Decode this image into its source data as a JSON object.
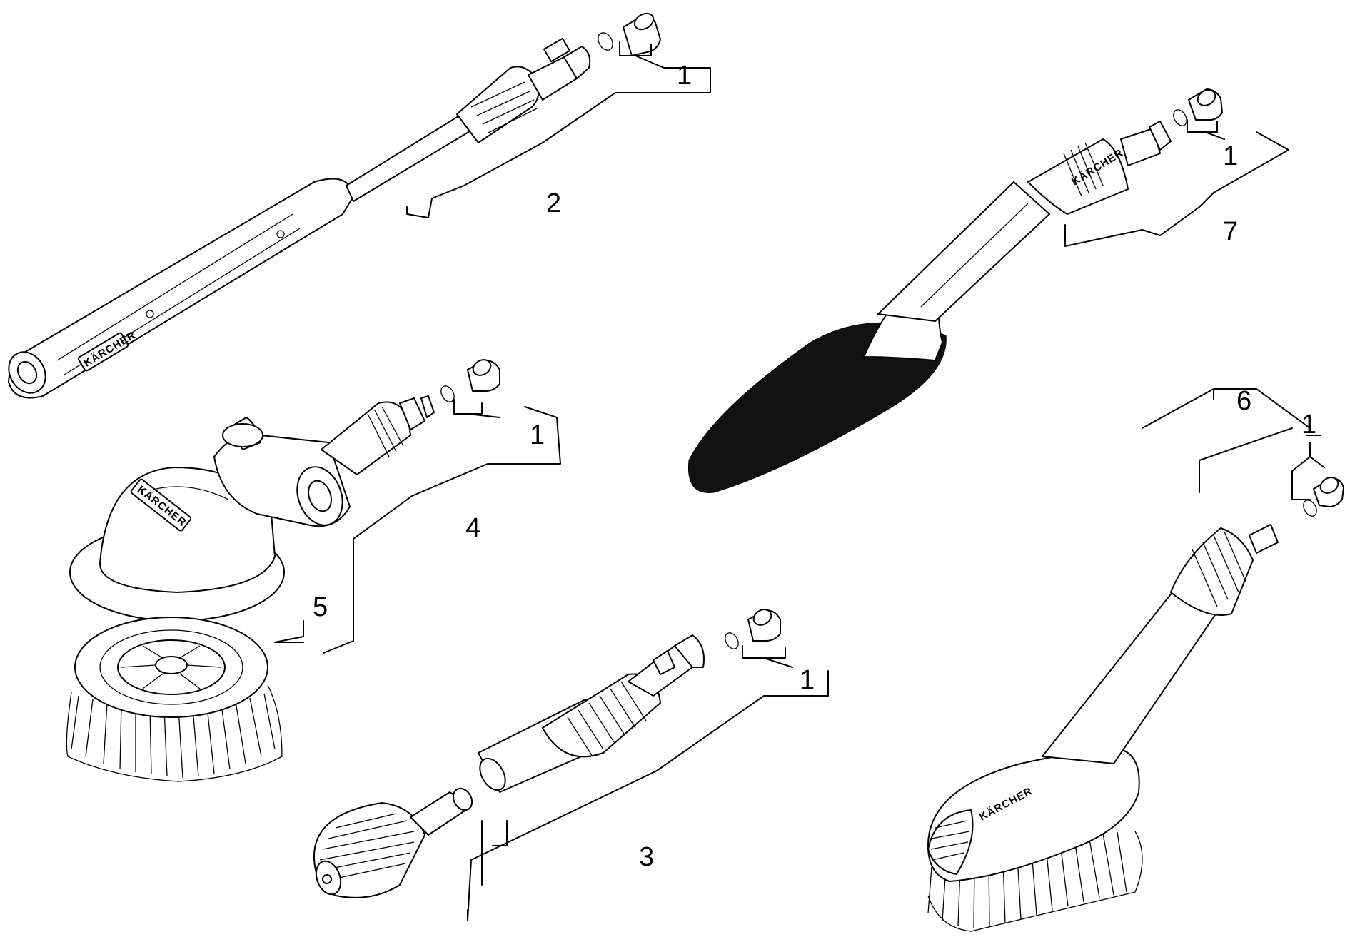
{
  "brand": "KÄRCHER",
  "callouts": [
    {
      "id": "nozzle-1a",
      "label": "1"
    },
    {
      "id": "spray-lance",
      "label": "2"
    },
    {
      "id": "nozzle-1b",
      "label": "1"
    },
    {
      "id": "wheel-brush",
      "label": "7"
    },
    {
      "id": "nozzle-1c",
      "label": "1"
    },
    {
      "id": "rotary-brush",
      "label": "4"
    },
    {
      "id": "brush-head",
      "label": "5"
    },
    {
      "id": "wash-brush",
      "label": "6"
    },
    {
      "id": "nozzle-1e",
      "label": "1"
    },
    {
      "id": "nozzle-1d",
      "label": "1"
    },
    {
      "id": "dirt-blaster",
      "label": "3"
    }
  ]
}
